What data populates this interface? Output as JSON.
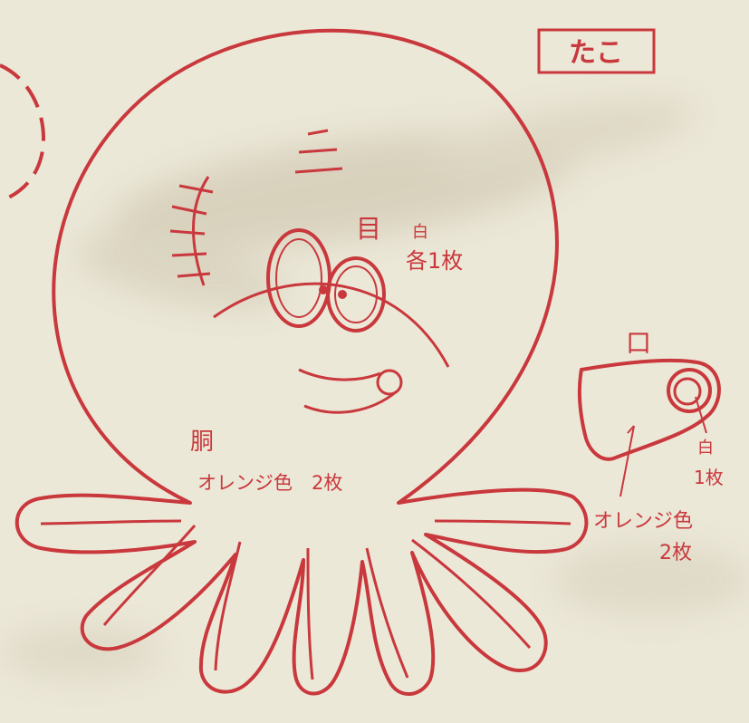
{
  "title": "たこ",
  "colors": {
    "paper": "#ece8d8",
    "paper_shadow": "#cbc3ad",
    "ink": "#c9383c"
  },
  "labels": {
    "eye_name": "目",
    "eye_color": "白",
    "eye_count": "各1枚",
    "body_name": "胴",
    "body_spec": "オレンジ色　2枚",
    "mouth_name": "口",
    "mouth_inner_color": "白",
    "mouth_inner_count": "1枚",
    "mouth_outer_color": "オレンジ色",
    "mouth_outer_count": "2枚"
  }
}
